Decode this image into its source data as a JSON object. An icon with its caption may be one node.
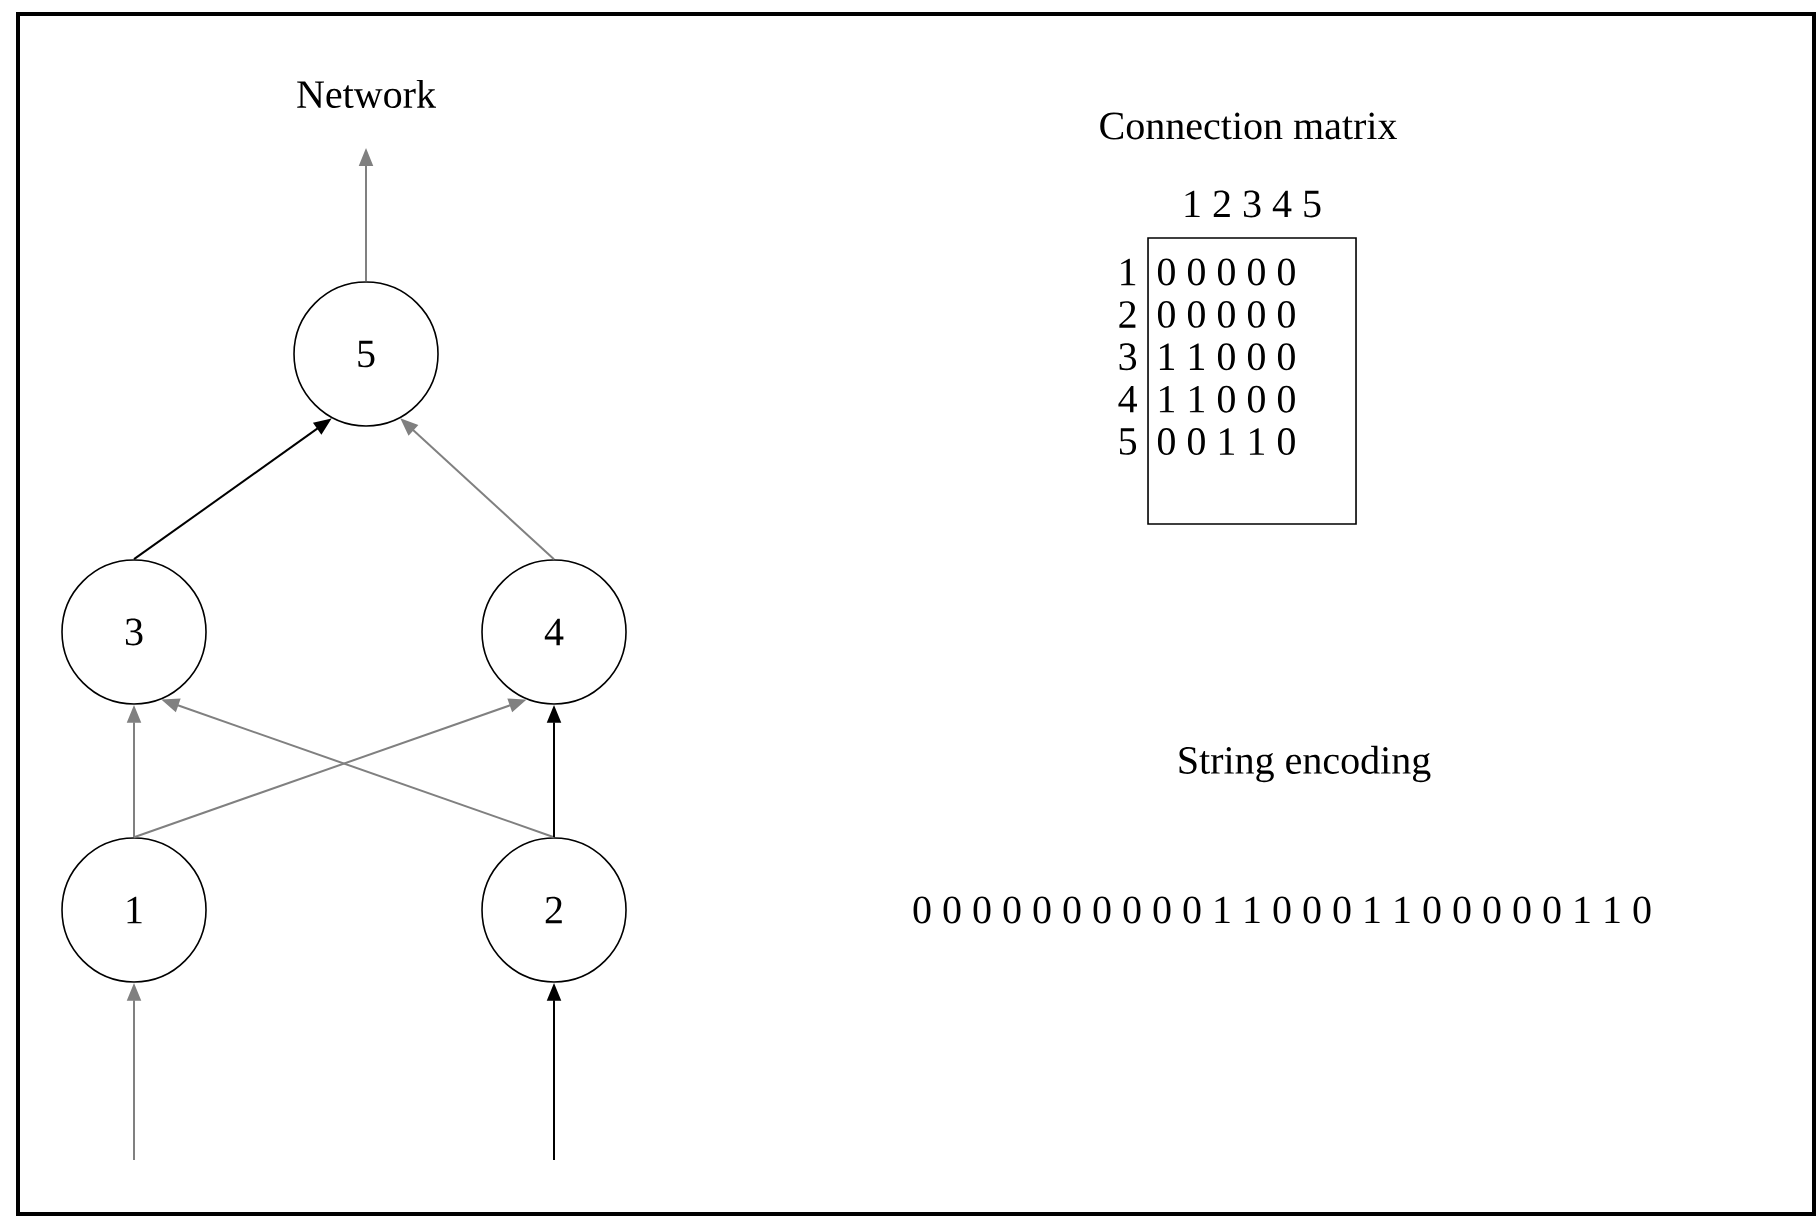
{
  "diagram": {
    "nodes": [
      {
        "text": [
          "1"
        ]
      },
      {
        "text": [
          "2"
        ]
      },
      {
        "text": [
          "3"
        ]
      },
      {
        "text": [
          "4"
        ]
      },
      {
        "text": [
          "5"
        ]
      }
    ],
    "edges": [
      {
        "from": null,
        "to": 0,
        "arrow": "to"
      },
      {
        "from": null,
        "to": 1,
        "arrow": "to",
        "color": "#000000"
      },
      {
        "from": 0,
        "to": 2,
        "arrow": "to"
      },
      {
        "from": 0,
        "to": 3,
        "arrow": "to"
      },
      {
        "from": 1,
        "to": 2,
        "arrow": "to"
      },
      {
        "from": 1,
        "to": 3,
        "arrow": "to",
        "color": "#000000"
      },
      {
        "from": 2,
        "to": 4,
        "arrow": "to",
        "color": "#000000"
      },
      {
        "from": 3,
        "to": 4,
        "arrow": "to"
      },
      {
        "from": 4,
        "to": null,
        "arrow": "to"
      }
    ],
    "labels": [
      "Network",
      "Connection matrix",
      "1 2 3 4 5",
      "1",
      "0 0 0 0 0",
      "2",
      "0 0 0 0 0",
      "3",
      "1 1 0 0 0",
      "4",
      "1 1 0 0 0",
      "5",
      "0 0 1 1 0",
      "String encoding",
      "0 0 0 0 0 0 0 0 0 0 1 1 0 0 0 1 1 0 0 0 0 0 1 1 0"
    ]
  }
}
